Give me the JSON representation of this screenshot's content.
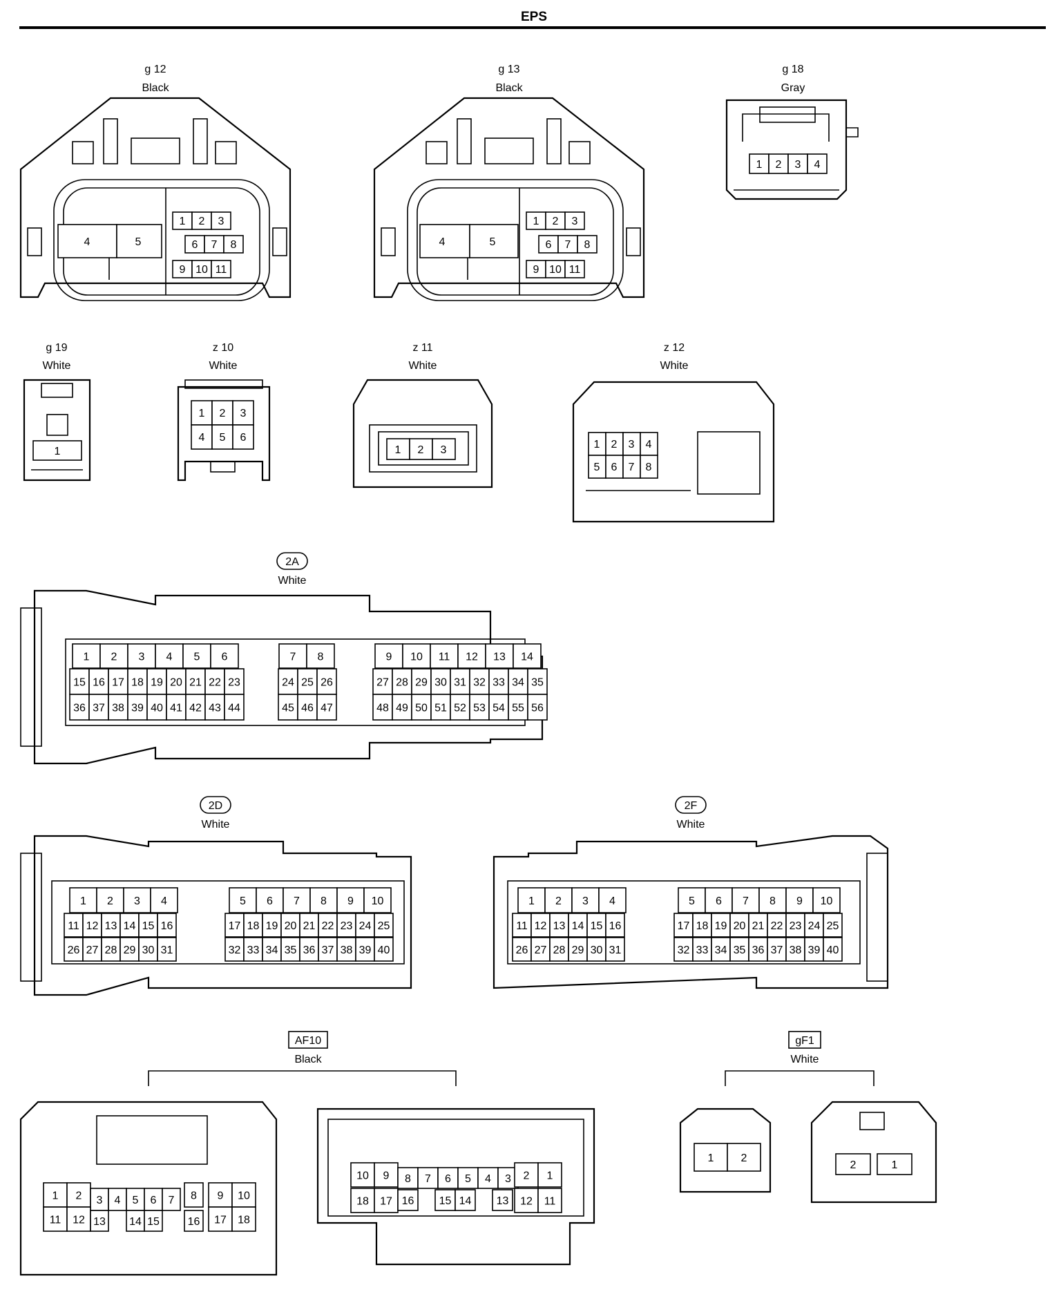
{
  "title": "EPS",
  "connectors": [
    {
      "id": "g 12",
      "color": "Black",
      "pins": [
        "1",
        "2",
        "3",
        "4",
        "5",
        "6",
        "7",
        "8",
        "9",
        "10",
        "11"
      ]
    },
    {
      "id": "g 13",
      "color": "Black",
      "pins": [
        "1",
        "2",
        "3",
        "4",
        "5",
        "6",
        "7",
        "8",
        "9",
        "10",
        "11"
      ]
    },
    {
      "id": "g 18",
      "color": "Gray",
      "pins": [
        "1",
        "2",
        "3",
        "4"
      ]
    },
    {
      "id": "g 19",
      "color": "White",
      "pins": [
        "1"
      ]
    },
    {
      "id": "z 10",
      "color": "White",
      "pins": [
        "1",
        "2",
        "3",
        "4",
        "5",
        "6"
      ]
    },
    {
      "id": "z 11",
      "color": "White",
      "pins": [
        "1",
        "2",
        "3"
      ]
    },
    {
      "id": "z 12",
      "color": "White",
      "pins": [
        "1",
        "2",
        "3",
        "4",
        "5",
        "6",
        "7",
        "8"
      ]
    },
    {
      "id": "2A",
      "color": "White",
      "pins": "1-56"
    },
    {
      "id": "2D",
      "color": "White",
      "pins": "1-40"
    },
    {
      "id": "2F",
      "color": "White",
      "pins": "1-40"
    },
    {
      "id": "AF10",
      "color": "Black",
      "pins": "1-18 (x2 halves)"
    },
    {
      "id": "gF1",
      "color": "White",
      "pins": "1-2 (x2 halves)"
    }
  ]
}
